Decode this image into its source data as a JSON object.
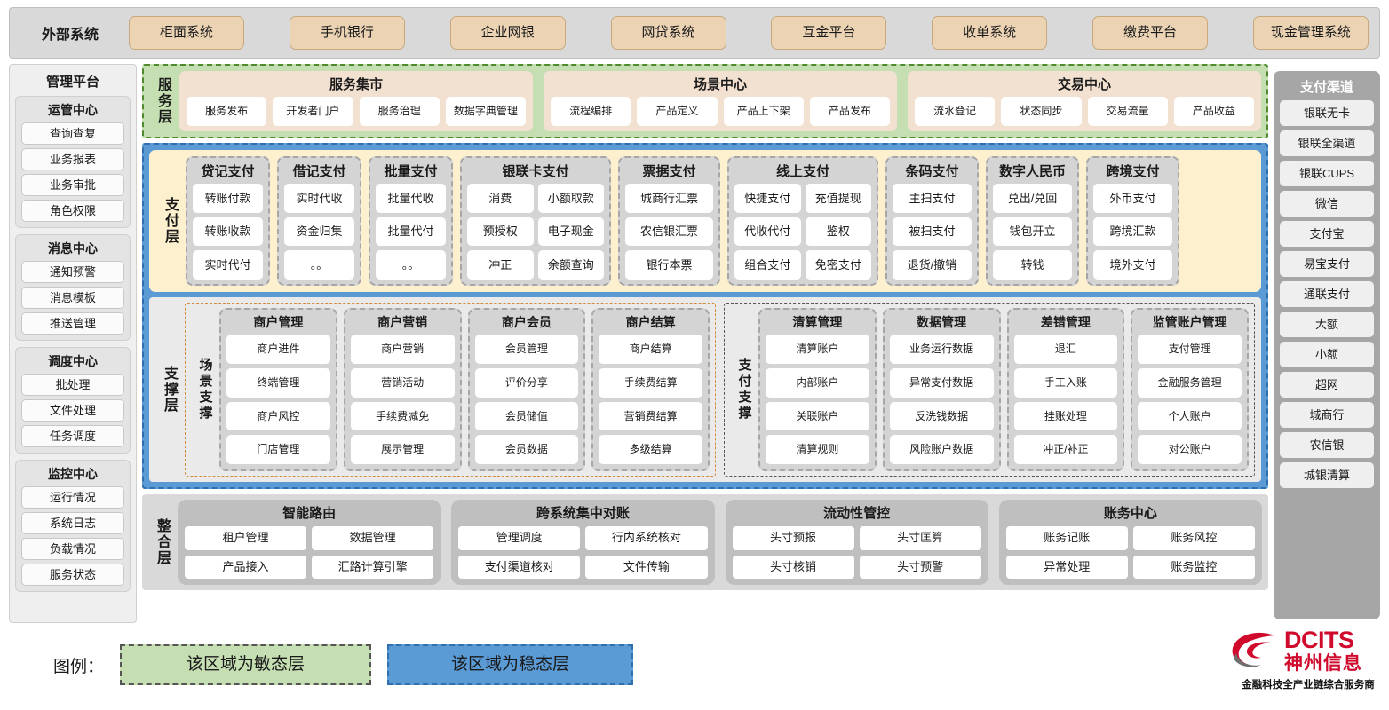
{
  "external": {
    "title": "外部系统",
    "items": [
      "柜面系统",
      "手机银行",
      "企业网银",
      "网贷系统",
      "互金平台",
      "收单系统",
      "缴费平台",
      "现金管理系统"
    ]
  },
  "management": {
    "title": "管理平台",
    "groups": [
      {
        "title": "运管中心",
        "items": [
          "查询查复",
          "业务报表",
          "业务审批",
          "角色权限"
        ]
      },
      {
        "title": "消息中心",
        "items": [
          "通知预警",
          "消息模板",
          "推送管理"
        ]
      },
      {
        "title": "调度中心",
        "items": [
          "批处理",
          "文件处理",
          "任务调度"
        ]
      },
      {
        "title": "监控中心",
        "items": [
          "运行情况",
          "系统日志",
          "负载情况",
          "服务状态"
        ]
      }
    ]
  },
  "channels": {
    "title": "支付渠道",
    "items": [
      "银联无卡",
      "银联全渠道",
      "银联CUPS",
      "微信",
      "支付宝",
      "易宝支付",
      "通联支付",
      "大额",
      "小额",
      "超网",
      "城商行",
      "农信银",
      "城银清算"
    ]
  },
  "service_layer": {
    "label": "服务层",
    "cards": [
      {
        "title": "服务集市",
        "items": [
          "服务发布",
          "开发者门户",
          "服务治理",
          "数据字典管理"
        ]
      },
      {
        "title": "场景中心",
        "items": [
          "流程编排",
          "产品定义",
          "产品上下架",
          "产品发布"
        ]
      },
      {
        "title": "交易中心",
        "items": [
          "流水登记",
          "状态同步",
          "交易流量",
          "产品收益"
        ]
      }
    ]
  },
  "payment_layer": {
    "label": "支付层",
    "cards": [
      {
        "title": "贷记支付",
        "cols": 1,
        "width": 95,
        "items": [
          "转账付款",
          "转账收款",
          "实时代付"
        ]
      },
      {
        "title": "借记支付",
        "cols": 1,
        "width": 95,
        "items": [
          "实时代收",
          "资金归集",
          "。。"
        ]
      },
      {
        "title": "批量支付",
        "cols": 1,
        "width": 95,
        "items": [
          "批量代收",
          "批量代付",
          "。。"
        ]
      },
      {
        "title": "银联卡支付",
        "cols": 2,
        "width": 170,
        "items": [
          "消费",
          "小额取款",
          "预授权",
          "电子现金",
          "冲正",
          "余额查询"
        ]
      },
      {
        "title": "票据支付",
        "cols": 1,
        "width": 115,
        "items": [
          "城商行汇票",
          "农信银汇票",
          "银行本票"
        ]
      },
      {
        "title": "线上支付",
        "cols": 2,
        "width": 170,
        "items": [
          "快捷支付",
          "充值提现",
          "代收代付",
          "鉴权",
          "组合支付",
          "免密支付"
        ]
      },
      {
        "title": "条码支付",
        "cols": 1,
        "width": 105,
        "items": [
          "主扫支付",
          "被扫支付",
          "退货/撤销"
        ]
      },
      {
        "title": "数字人民币",
        "cols": 1,
        "width": 105,
        "items": [
          "兑出/兑回",
          "钱包开立",
          "转钱"
        ]
      },
      {
        "title": "跨境支付",
        "cols": 1,
        "width": 105,
        "items": [
          "外币支付",
          "跨境汇款",
          "境外支付"
        ]
      }
    ]
  },
  "support_layer": {
    "label": "支撑层",
    "boxes": [
      {
        "label": "场景支撑",
        "style": "orange",
        "cards": [
          {
            "title": "商户管理",
            "items": [
              "商户进件",
              "终端管理",
              "商户风控",
              "门店管理"
            ]
          },
          {
            "title": "商户营销",
            "items": [
              "商户营销",
              "营销活动",
              "手续费减免",
              "展示管理"
            ]
          },
          {
            "title": "商户会员",
            "items": [
              "会员管理",
              "评价分享",
              "会员储值",
              "会员数据"
            ]
          },
          {
            "title": "商户结算",
            "items": [
              "商户结算",
              "手续费结算",
              "营销费结算",
              "多级结算"
            ]
          }
        ]
      },
      {
        "label": "支付支撑",
        "style": "grey",
        "cards": [
          {
            "title": "清算管理",
            "items": [
              "清算账户",
              "内部账户",
              "关联账户",
              "清算规则"
            ]
          },
          {
            "title": "数据管理",
            "items": [
              "业务运行数据",
              "异常支付数据",
              "反洗钱数据",
              "风险账户数据"
            ]
          },
          {
            "title": "差错管理",
            "items": [
              "退汇",
              "手工入账",
              "挂账处理",
              "冲正/补正"
            ]
          },
          {
            "title": "监管账户管理",
            "items": [
              "支付管理",
              "金融服务管理",
              "个人账户",
              "对公账户"
            ]
          }
        ]
      }
    ]
  },
  "integration_layer": {
    "label": "整合层",
    "cards": [
      {
        "title": "智能路由",
        "items": [
          "租户管理",
          "数据管理",
          "产品接入",
          "汇路计算引擎"
        ]
      },
      {
        "title": "跨系统集中对账",
        "items": [
          "管理调度",
          "行内系统核对",
          "支付渠道核对",
          "文件传输"
        ]
      },
      {
        "title": "流动性管控",
        "items": [
          "头寸预报",
          "头寸匡算",
          "头寸核销",
          "头寸预警"
        ]
      },
      {
        "title": "账务中心",
        "items": [
          "账务记账",
          "账务风控",
          "异常处理",
          "账务监控"
        ]
      }
    ]
  },
  "legend": {
    "label": "图例：",
    "agile": "该区域为敏态层",
    "stable": "该区域为稳态层",
    "agile_color": "#c5dfb3",
    "stable_color": "#5b9bd5"
  },
  "logo": {
    "en": "DCITS",
    "cn": "神州信息",
    "tagline": "金融科技全产业链综合服务商",
    "color": "#cf0a2c"
  }
}
